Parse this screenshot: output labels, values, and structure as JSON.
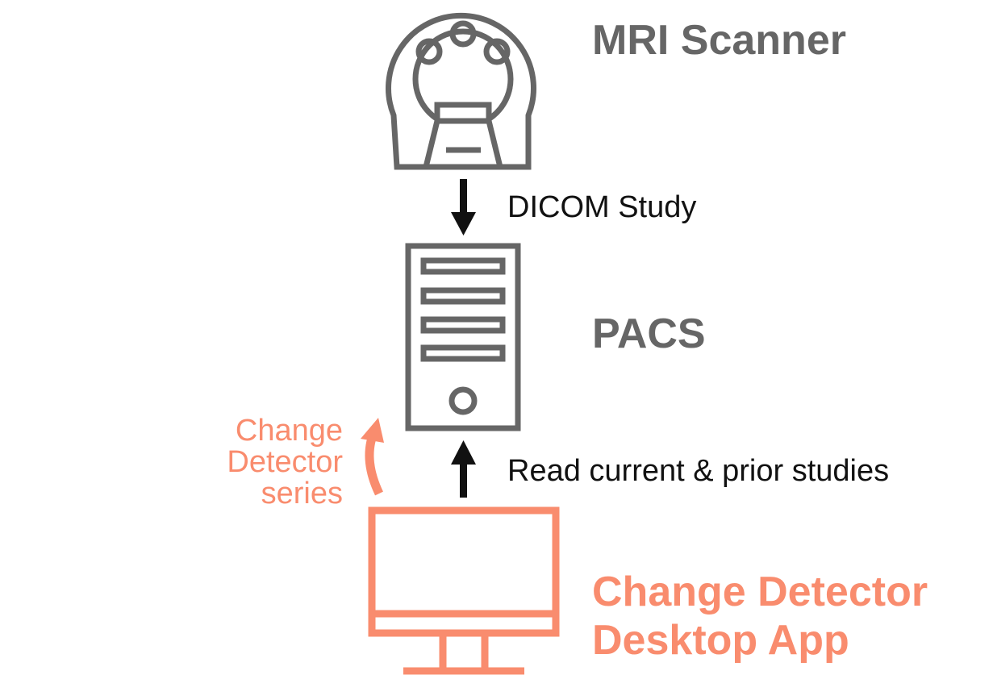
{
  "nodes": {
    "mri": {
      "label": "MRI Scanner",
      "icon": "mri-scanner-icon"
    },
    "pacs": {
      "label": "PACS",
      "icon": "server-tower-icon"
    },
    "app": {
      "label_line1": "Change Detector",
      "label_line2": "Desktop App",
      "icon": "desktop-monitor-icon"
    }
  },
  "edges": {
    "mri_to_pacs": {
      "label": "DICOM Study"
    },
    "app_reads_pacs": {
      "label": "Read current & prior studies"
    },
    "app_writes_pacs": {
      "label_line1": "Change",
      "label_line2": "Detector",
      "label_line3": "series"
    }
  },
  "colors": {
    "gray": "#666666",
    "black": "#111111",
    "orange": "#f98c6e"
  }
}
